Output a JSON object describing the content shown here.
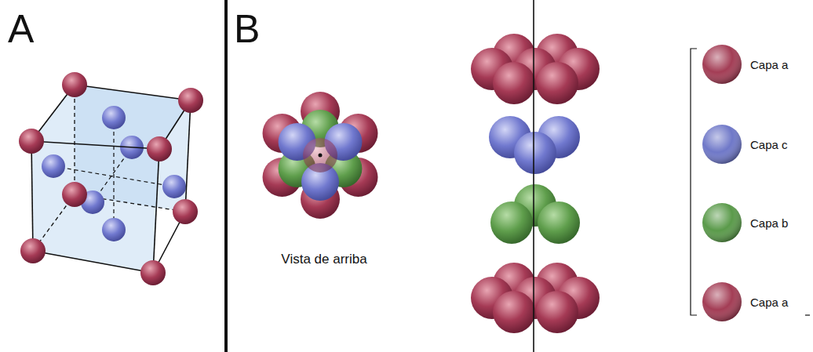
{
  "diagram": {
    "labels": [
      "A",
      "B",
      "Vista de arriba"
    ],
    "legend": [
      {
        "text": "Capa a",
        "color": "#a33d55"
      },
      {
        "text": "Capa c",
        "color": "#6f78c8"
      },
      {
        "text": "Capa b",
        "color": "#5a9a4a"
      },
      {
        "text": "Capa a",
        "color": "#a33d55"
      }
    ]
  }
}
